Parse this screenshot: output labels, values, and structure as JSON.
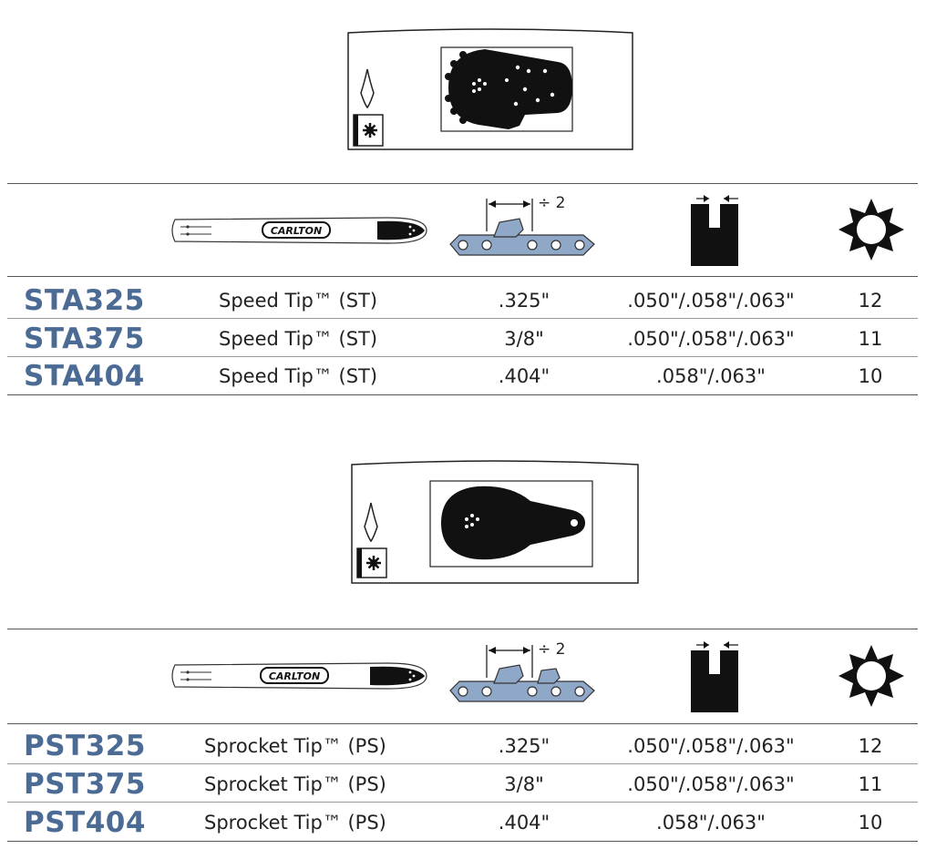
{
  "sections": [
    {
      "header_icons": {
        "bar_brand": "CARLTON",
        "pitch_divisor": "÷ 2"
      },
      "rows": [
        {
          "code": "STA325",
          "name": "Speed Tip™ (ST)",
          "pitch": ".325\"",
          "gauge": ".050\"/.058\"/.063\"",
          "teeth": "12"
        },
        {
          "code": "STA375",
          "name": "Speed Tip™ (ST)",
          "pitch": "3/8\"",
          "gauge": ".050\"/.058\"/.063\"",
          "teeth": "11"
        },
        {
          "code": "STA404",
          "name": "Speed Tip™ (ST)",
          "pitch": ".404\"",
          "gauge": ".058\"/.063\"",
          "teeth": "10"
        }
      ]
    },
    {
      "header_icons": {
        "bar_brand": "CARLTON",
        "pitch_divisor": "÷ 2"
      },
      "rows": [
        {
          "code": "PST325",
          "name": "Sprocket Tip™ (PS)",
          "pitch": ".325\"",
          "gauge": ".050\"/.058\"/.063\"",
          "teeth": "12"
        },
        {
          "code": "PST375",
          "name": "Sprocket Tip™ (PS)",
          "pitch": "3/8\"",
          "gauge": ".050\"/.058\"/.063\"",
          "teeth": "11"
        },
        {
          "code": "PST404",
          "name": "Sprocket Tip™ (PS)",
          "pitch": ".404\"",
          "gauge": ".058\"/.063\"",
          "teeth": "10"
        }
      ]
    }
  ],
  "colors": {
    "code_blue": "#4b6b94",
    "chain_blue": "#8fa8c8",
    "ink": "#1a1a1a"
  },
  "icons": [
    "bar-tip-diagram",
    "bar-outline-icon",
    "sprocket-small-icon",
    "guide-bar-icon",
    "chain-pitch-icon",
    "gauge-groove-icon",
    "sprocket-teeth-icon"
  ]
}
